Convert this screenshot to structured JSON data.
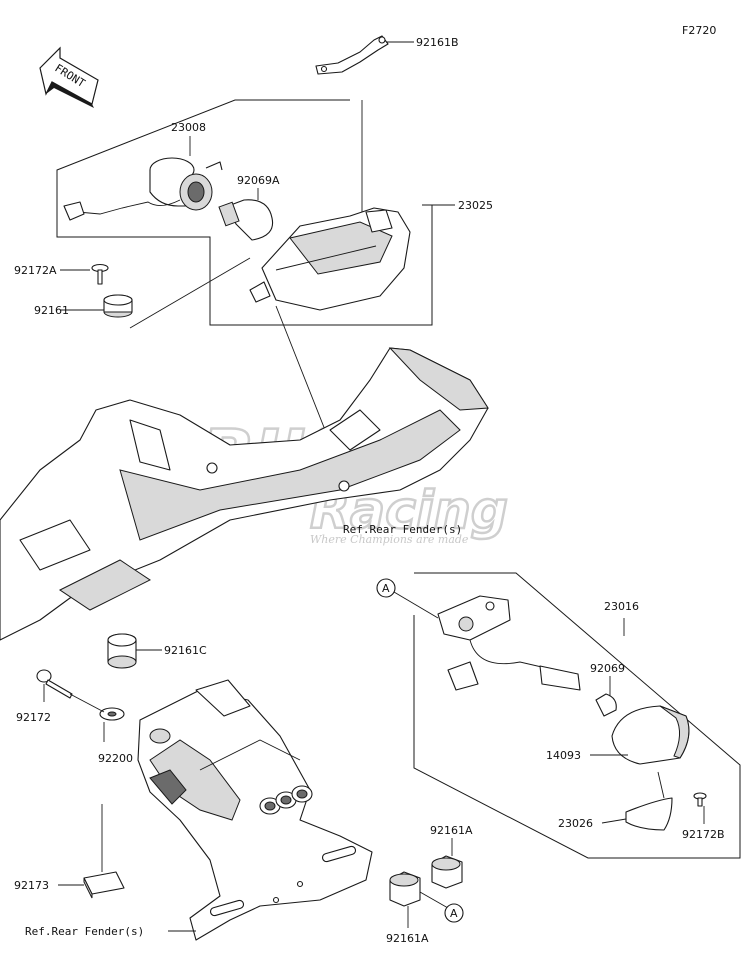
{
  "figure_code": "F2720",
  "front_label": "FRONT",
  "watermark": {
    "line1": "BIKG",
    "line2": "Racing",
    "tagline": "Where Champions are made"
  },
  "callouts": {
    "p92161B": "92161B",
    "p23008": "23008",
    "p92069A": "92069A",
    "p23025": "23025",
    "p92172A": "92172A",
    "p92161": "92161",
    "ref_fender_1": "Ref.Rear Fender(s)",
    "marker_a_top": "A",
    "p23016": "23016",
    "p92161C": "92161C",
    "p92172": "92172",
    "p92200": "92200",
    "p92069": "92069",
    "p14093": "14093",
    "p23026": "23026",
    "p92172B": "92172B",
    "p92161A_upper": "92161A",
    "p92173": "92173",
    "marker_a_bottom": "A",
    "ref_fender_2": "Ref.Rear Fender(s)",
    "p92161A_lower": "92161A"
  }
}
